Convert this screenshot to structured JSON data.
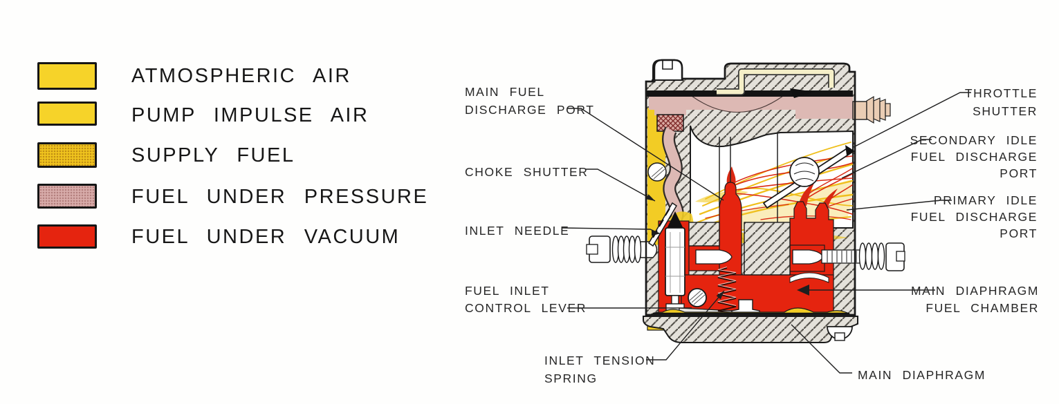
{
  "legend": {
    "items": [
      {
        "label": "ATMOSPHERIC AIR",
        "swatch": "solid-yellow",
        "color": "#F6D329"
      },
      {
        "label": "PUMP IMPULSE AIR",
        "swatch": "solid-yellow",
        "color": "#F6D329"
      },
      {
        "label": "SUPPLY FUEL",
        "swatch": "stippled-gold",
        "color": "#F0C41E"
      },
      {
        "label": "FUEL UNDER PRESSURE",
        "swatch": "stippled-pink",
        "color": "#D8ACAA"
      },
      {
        "label": "FUEL UNDER VACUUM",
        "swatch": "solid-red",
        "color": "#E5240F"
      }
    ]
  },
  "diagram": {
    "subject": "diaphragm carburetor cross-section",
    "labels": [
      {
        "id": "main-fuel-discharge-port",
        "text": "MAIN FUEL\nDISCHARGE PORT",
        "align": "left"
      },
      {
        "id": "choke-shutter",
        "text": "CHOKE SHUTTER",
        "align": "left"
      },
      {
        "id": "inlet-needle",
        "text": "INLET NEEDLE",
        "align": "left"
      },
      {
        "id": "fuel-inlet-control-lever",
        "text": "FUEL INLET\nCONTROL LEVER",
        "align": "left"
      },
      {
        "id": "inlet-tension-spring",
        "text": "INLET TENSION\nSPRING",
        "align": "left"
      },
      {
        "id": "throttle-shutter",
        "text": "THROTTLE\nSHUTTER",
        "align": "right"
      },
      {
        "id": "secondary-idle-fuel-discharge-port",
        "text": "SECONDARY IDLE\nFUEL DISCHARGE\nPORT",
        "align": "right"
      },
      {
        "id": "primary-idle-fuel-discharge-port",
        "text": "PRIMARY IDLE\nFUEL DISCHARGE\nPORT",
        "align": "right"
      },
      {
        "id": "main-diaphragm-fuel-chamber",
        "text": "MAIN DIAPHRAGM\nFUEL CHAMBER",
        "align": "right"
      },
      {
        "id": "main-diaphragm",
        "text": "MAIN DIAPHRAGM",
        "align": "left"
      }
    ]
  },
  "colors": {
    "atmospheric_air": "#F6D329",
    "pump_impulse_air": "#F5EFC8",
    "supply_fuel": "#F0C41E",
    "fuel_under_pressure": "#D8ACAA",
    "fuel_under_vacuum": "#E5240F",
    "body_casting": "#E4E1DA",
    "outline": "#1A1A1A",
    "hose_fitting": "#EACDB4"
  }
}
